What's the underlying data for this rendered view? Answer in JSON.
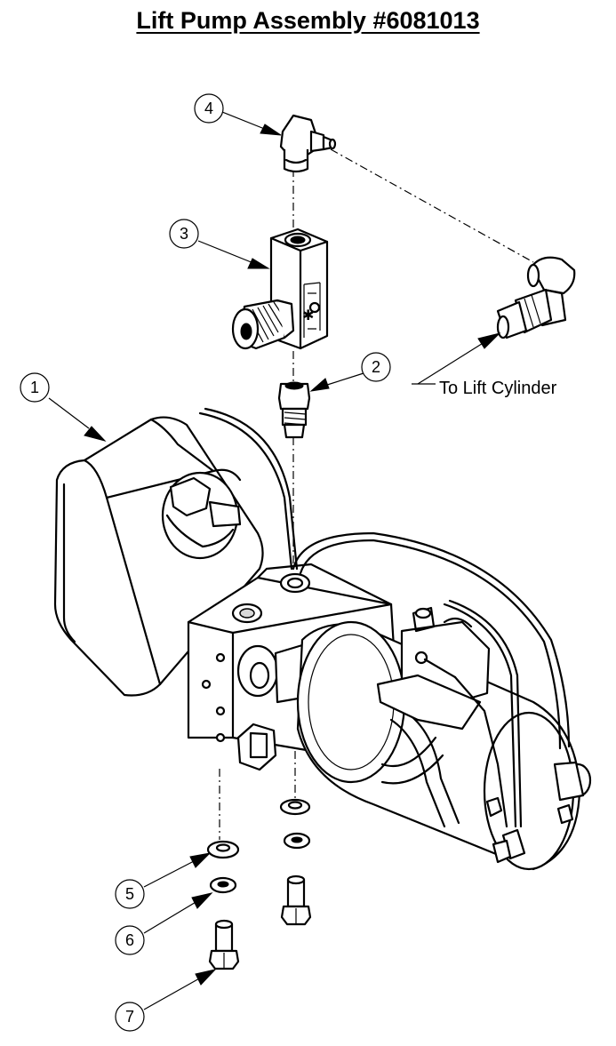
{
  "title": "Lift Pump Assembly #6081013",
  "callouts": [
    {
      "id": "callout-1",
      "number": "1"
    },
    {
      "id": "callout-2",
      "number": "2"
    },
    {
      "id": "callout-3",
      "number": "3"
    },
    {
      "id": "callout-4",
      "number": "4"
    },
    {
      "id": "callout-5",
      "number": "5"
    },
    {
      "id": "callout-6",
      "number": "6"
    },
    {
      "id": "callout-7",
      "number": "7"
    }
  ],
  "annotation": "To Lift Cylinder"
}
